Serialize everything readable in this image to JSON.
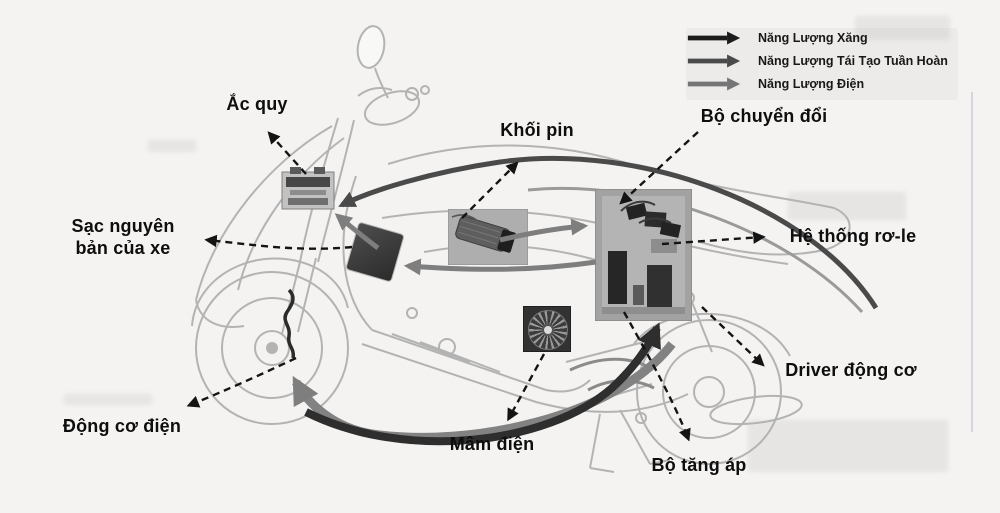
{
  "title_hint": "Sơ đồ bố trí hệ thống điện trên xe máy lai (diagram of hybrid scooter components)",
  "palette": {
    "background": "#f4f3f1",
    "gasoline_arrow": "#2e2e2e",
    "regen_arrow": "#4a4a4a",
    "electric_arrow": "#7e7e7e",
    "connector_line": "#141414",
    "sketch_line": "#b3b3b3"
  },
  "legend": {
    "items": [
      {
        "id": "gasoline",
        "label": "Năng Lượng Xăng",
        "color": "#1c1c1c"
      },
      {
        "id": "regen",
        "label": "Năng Lượng Tái Tạo Tuần Hoàn",
        "color": "#4a4a4a"
      },
      {
        "id": "electric",
        "label": "Năng Lượng Điện",
        "color": "#757575"
      }
    ]
  },
  "callouts": {
    "ac_quy": {
      "label": "Ắc quy"
    },
    "khoi_pin": {
      "label": "Khối pin"
    },
    "bo_chuyen_doi": {
      "label": "Bộ chuyển đổi"
    },
    "he_thong_ro_le": {
      "label": "Hệ thống rơ-le"
    },
    "sac_nguyen_ban": {
      "label": "Sạc nguyên bản của xe"
    },
    "dong_co_dien": {
      "label": "Động cơ điện"
    },
    "mam_dien": {
      "label": "Mâm điện"
    },
    "bo_tang_ap": {
      "label": "Bộ tăng áp"
    },
    "driver_dong_co": {
      "label": "Driver động cơ"
    }
  }
}
